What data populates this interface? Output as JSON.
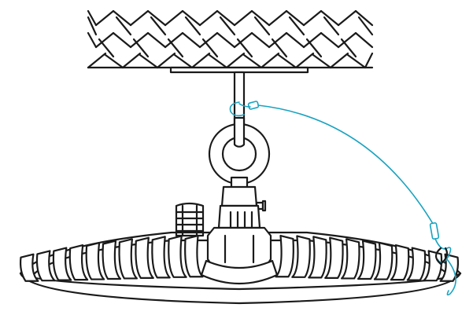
{
  "diagram": {
    "description_items": [
      "ceiling",
      "mounting-plate",
      "hook-rod",
      "eye-bolt",
      "fixture-neck",
      "cable-gland",
      "heatsink-body",
      "safety-cable"
    ]
  },
  "colors": {
    "line": "#1a1a1a",
    "cable": "#1aa3c0",
    "background": "#ffffff"
  }
}
